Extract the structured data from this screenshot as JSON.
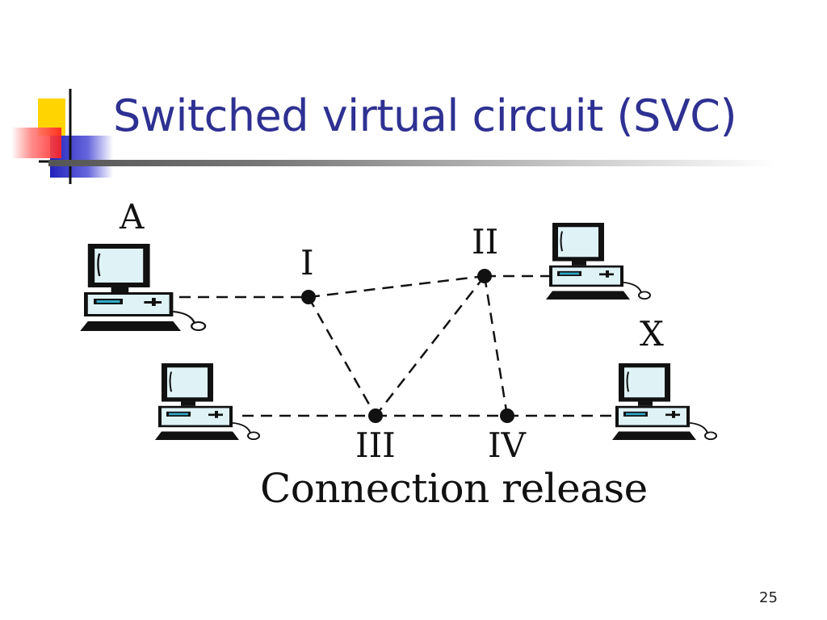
{
  "slide": {
    "title": "Switched virtual circuit (SVC)",
    "caption": "Connection release",
    "page_number": "25"
  },
  "diagram": {
    "computers": [
      {
        "label": "A"
      },
      {
        "label": ""
      },
      {
        "label": ""
      },
      {
        "label": "X"
      }
    ],
    "switches": [
      {
        "label": "I"
      },
      {
        "label": "II"
      },
      {
        "label": "III"
      },
      {
        "label": "IV"
      }
    ],
    "links": [
      {
        "from": "A",
        "to": "I"
      },
      {
        "from": "I",
        "to": "II"
      },
      {
        "from": "I",
        "to": "III"
      },
      {
        "from": "II",
        "to": "III"
      },
      {
        "from": "II",
        "to": "IV"
      },
      {
        "from": "II",
        "to": "top-right-computer"
      },
      {
        "from": "bottom-left-computer",
        "to": "III"
      },
      {
        "from": "III",
        "to": "IV"
      },
      {
        "from": "IV",
        "to": "X"
      }
    ],
    "line_style": "dashed"
  },
  "colors": {
    "title": "#2e3192",
    "logo_yellow": "#ffd400",
    "logo_red": "#ff3b3b",
    "logo_blue": "#3333cc",
    "screen": "#dff3f7"
  }
}
